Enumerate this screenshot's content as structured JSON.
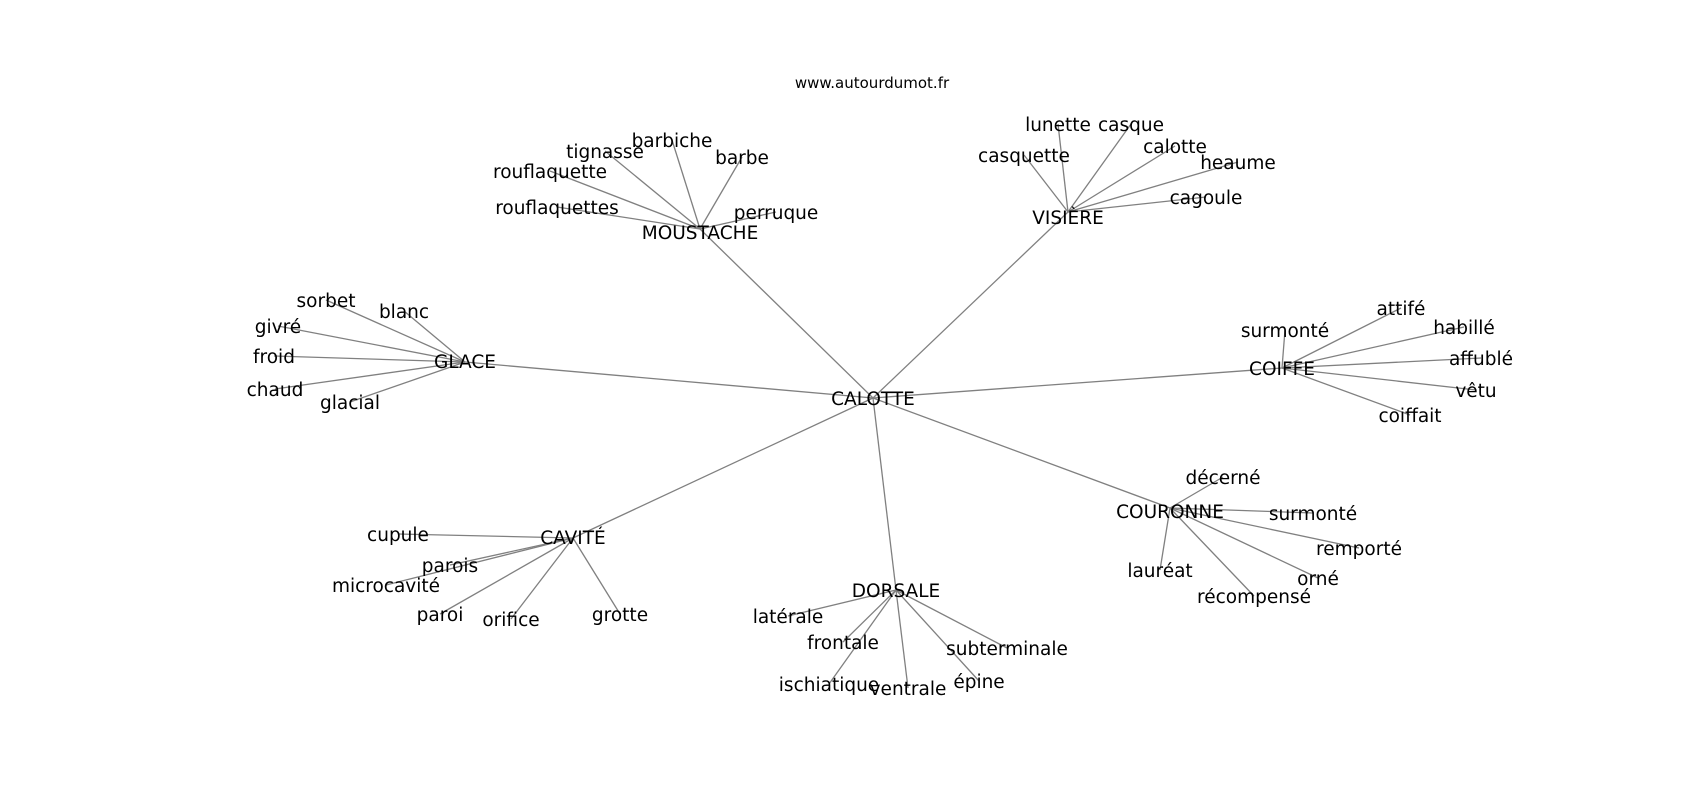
{
  "header": {
    "url": "www.autourdumot.fr"
  },
  "graph": {
    "center": "CALOTTE",
    "hubs": [
      {
        "id": "moustache",
        "label": "MOUSTACHE",
        "leaves": [
          {
            "id": "barbiche",
            "label": "barbiche"
          },
          {
            "id": "tignasse",
            "label": "tignasse"
          },
          {
            "id": "barbe",
            "label": "barbe"
          },
          {
            "id": "rouflaquette",
            "label": "rouflaquette"
          },
          {
            "id": "rouflaquettes",
            "label": "rouflaquettes"
          },
          {
            "id": "perruque",
            "label": "perruque"
          }
        ]
      },
      {
        "id": "visiere",
        "label": "VISIÈRE",
        "leaves": [
          {
            "id": "lunette",
            "label": "lunette"
          },
          {
            "id": "casque",
            "label": "casque"
          },
          {
            "id": "calotte",
            "label": "calotte"
          },
          {
            "id": "casquette",
            "label": "casquette"
          },
          {
            "id": "heaume",
            "label": "heaume"
          },
          {
            "id": "cagoule",
            "label": "cagoule"
          }
        ]
      },
      {
        "id": "glace",
        "label": "GLACE",
        "leaves": [
          {
            "id": "sorbet",
            "label": "sorbet"
          },
          {
            "id": "blanc",
            "label": "blanc"
          },
          {
            "id": "givre",
            "label": "givré"
          },
          {
            "id": "froid",
            "label": "froid"
          },
          {
            "id": "chaud",
            "label": "chaud"
          },
          {
            "id": "glacial",
            "label": "glacial"
          }
        ]
      },
      {
        "id": "coiffe",
        "label": "COIFFE",
        "leaves": [
          {
            "id": "attife",
            "label": "attifé"
          },
          {
            "id": "surmonte",
            "label": "surmonté"
          },
          {
            "id": "habille",
            "label": "habillé"
          },
          {
            "id": "affuble",
            "label": "affublé"
          },
          {
            "id": "vetu",
            "label": "vêtu"
          },
          {
            "id": "coiffait",
            "label": "coiffait"
          }
        ]
      },
      {
        "id": "couronne",
        "label": "COURONNE",
        "leaves": [
          {
            "id": "decerne",
            "label": "décerné"
          },
          {
            "id": "surmonte2",
            "label": "surmonté"
          },
          {
            "id": "remporte",
            "label": "remporté"
          },
          {
            "id": "laureat",
            "label": "lauréat"
          },
          {
            "id": "orne",
            "label": "orné"
          },
          {
            "id": "recompense",
            "label": "récompensé"
          }
        ]
      },
      {
        "id": "cavite",
        "label": "CAVITÉ",
        "leaves": [
          {
            "id": "cupule",
            "label": "cupule"
          },
          {
            "id": "parois",
            "label": "parois"
          },
          {
            "id": "microcavite",
            "label": "microcavité"
          },
          {
            "id": "paroi",
            "label": "paroi"
          },
          {
            "id": "orifice",
            "label": "orifice"
          },
          {
            "id": "grotte",
            "label": "grotte"
          }
        ]
      },
      {
        "id": "dorsale",
        "label": "DORSALE",
        "leaves": [
          {
            "id": "laterale",
            "label": "latérale"
          },
          {
            "id": "frontale",
            "label": "frontale"
          },
          {
            "id": "subterminale",
            "label": "subterminale"
          },
          {
            "id": "ischiatique",
            "label": "ischiatique"
          },
          {
            "id": "ventrale",
            "label": "ventrale"
          },
          {
            "id": "epine",
            "label": "épine"
          }
        ]
      }
    ]
  }
}
